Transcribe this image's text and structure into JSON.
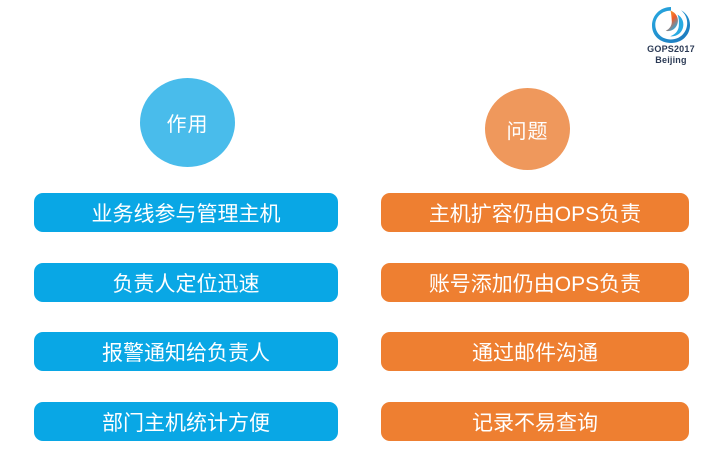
{
  "logo": {
    "title": "GOPS2017",
    "subtitle": "Beijing"
  },
  "colors": {
    "benefits_bubble": "#49BCEB",
    "benefits_bar": "#09A7E5",
    "problems_bubble": "#EF985C",
    "problems_bar": "#EE7F31",
    "logo_text": "#2B3A55",
    "bar_text": "#FFFFFF"
  },
  "benefits": {
    "header": "作用",
    "items": [
      "业务线参与管理主机",
      "负责人定位迅速",
      "报警通知给负责人",
      "部门主机统计方便"
    ]
  },
  "problems": {
    "header": "问题",
    "items": [
      "主机扩容仍由OPS负责",
      "账号添加仍由OPS负责",
      "通过邮件沟通",
      "记录不易查询"
    ]
  }
}
